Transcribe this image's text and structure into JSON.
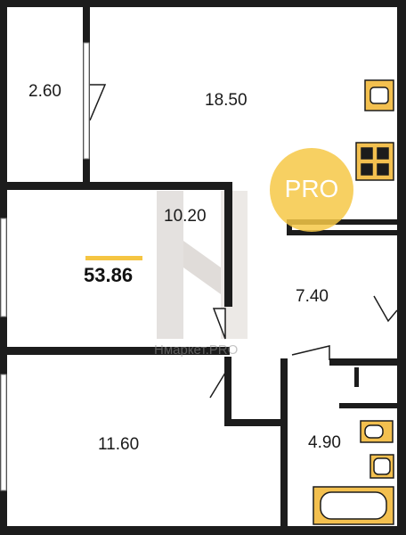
{
  "rooms": {
    "pantry": "2.60",
    "kitchen_living": "18.50",
    "bedroom_top": "10.20",
    "hallway": "7.40",
    "bedroom_bottom": "11.60",
    "bathroom": "4.90"
  },
  "total_area": "53.86",
  "badge": {
    "label": "PRO"
  },
  "watermark": {
    "text": "Нмаркет.PRO"
  },
  "colors": {
    "wall": "#1c1c1c",
    "accent": "#f5c542",
    "fixture": "#f3c04f"
  }
}
